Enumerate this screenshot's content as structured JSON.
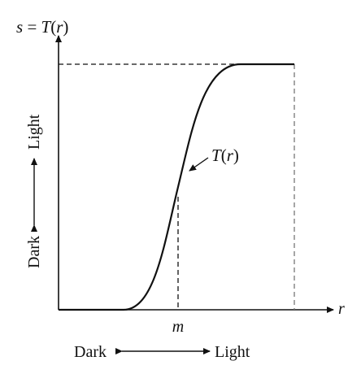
{
  "diagram": {
    "y_axis_label": {
      "var": "s",
      "eq": " = ",
      "func": "T",
      "open": "(",
      "arg": "r",
      "close": ")"
    },
    "x_axis_label": "r",
    "curve_label": {
      "func": "T",
      "open": "(",
      "arg": "r",
      "close": ")"
    },
    "x_marker_label": "m",
    "x_range_labels": {
      "low": "Dark",
      "high": "Light"
    },
    "y_range_labels": {
      "low": "Dark",
      "high": "Light"
    },
    "colors": {
      "ink": "#111111",
      "guide": "#777777",
      "background": "#ffffff"
    }
  }
}
